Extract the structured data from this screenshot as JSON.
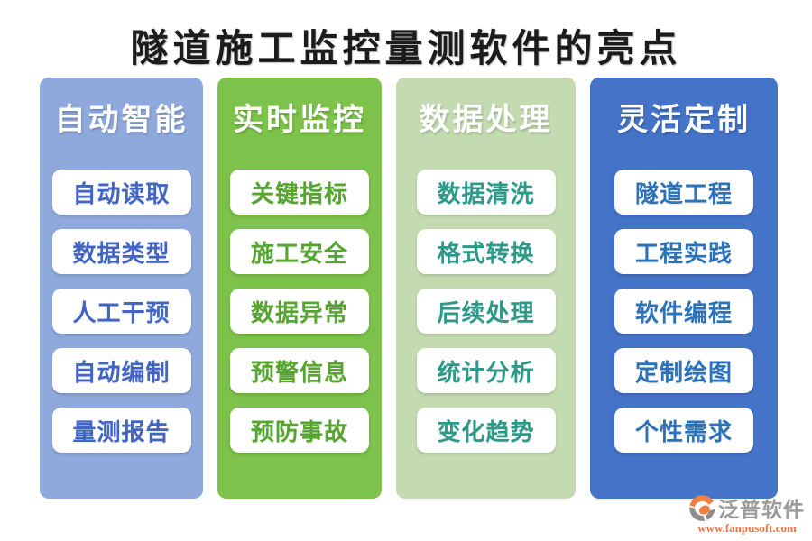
{
  "title": "隧道施工监控量测软件的亮点",
  "columns": [
    {
      "header": "自动智能",
      "bg": "#8FA9DC",
      "item_color": "#4265C4",
      "items": [
        "自动读取",
        "数据类型",
        "人工干预",
        "自动编制",
        "量测报告"
      ]
    },
    {
      "header": "实时监控",
      "bg": "#7CC24B",
      "item_color": "#55A52E",
      "items": [
        "关键指标",
        "施工安全",
        "数据异常",
        "预警信息",
        "预防事故"
      ]
    },
    {
      "header": "数据处理",
      "bg": "#C4DBB1",
      "item_color": "#2D9A89",
      "items": [
        "数据清洗",
        "格式转换",
        "后续处理",
        "统计分析",
        "变化趋势"
      ]
    },
    {
      "header": "灵活定制",
      "bg": "#4573C8",
      "item_color": "#2B72B8",
      "items": [
        "隧道工程",
        "工程实践",
        "软件编程",
        "定制绘图",
        "个性需求"
      ]
    }
  ],
  "watermark": {
    "brand": "泛普软件",
    "url": "www.fanpusoft.com",
    "brand_color": "#9B9B9B",
    "url_color": "#E8744E",
    "logo_orange": "#EF7F43",
    "logo_gray": "#8E8E8E"
  }
}
